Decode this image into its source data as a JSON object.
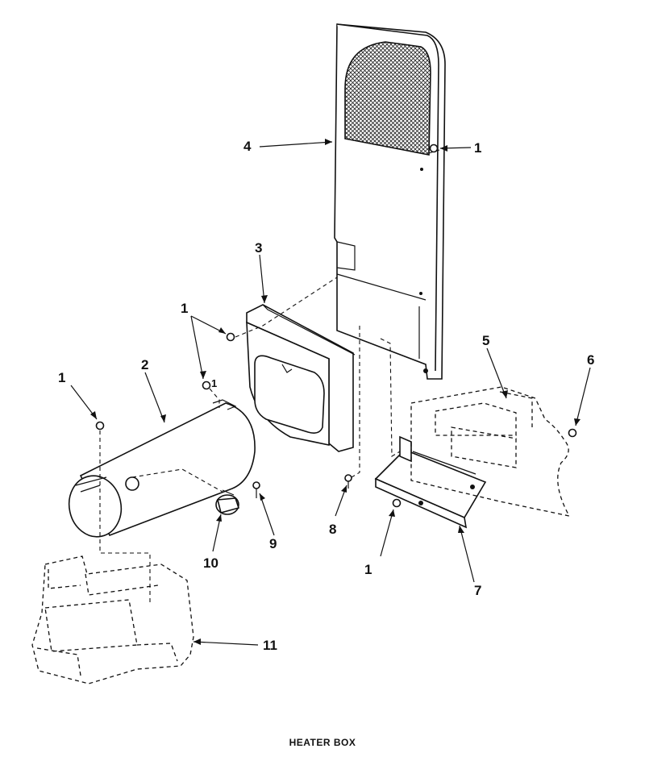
{
  "caption": "HEATER BOX",
  "callouts": {
    "c1_top": "1",
    "c1_mid": "1",
    "c1_left": "1",
    "c1_bottom": "1",
    "c1_stub": "1",
    "c2": "2",
    "c3": "3",
    "c4": "4",
    "c5": "5",
    "c6": "6",
    "c7": "7",
    "c8": "8",
    "c9": "9",
    "c10": "10",
    "c11": "11"
  }
}
